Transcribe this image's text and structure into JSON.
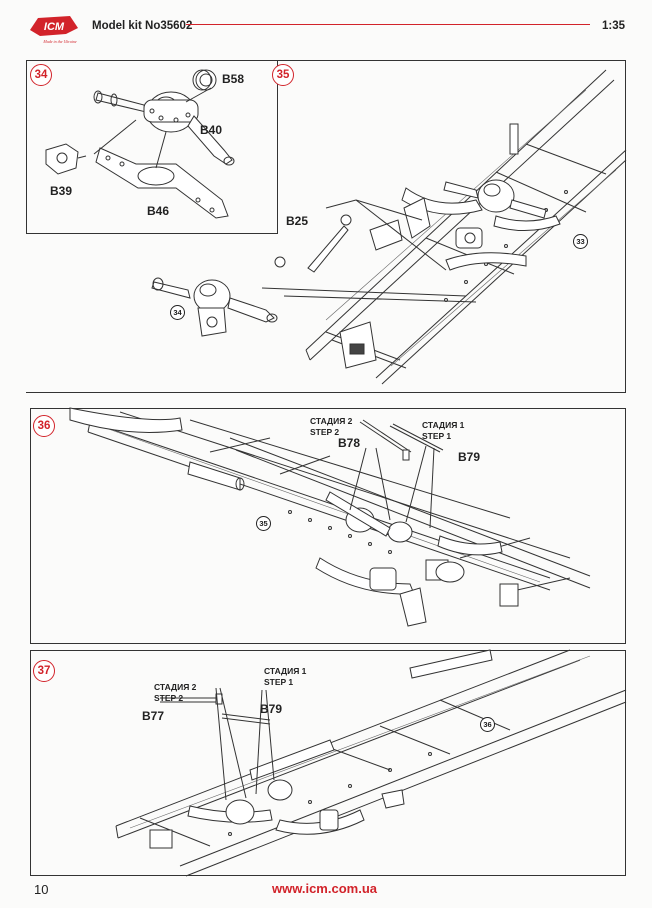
{
  "header": {
    "kit_title": "Model kit No35602",
    "scale": "1:35",
    "logo_text": "ICM",
    "logo_tagline": "Made in the Ukraine"
  },
  "steps": {
    "s34": {
      "number": "34",
      "parts": {
        "b58": "B58",
        "b40": "B40",
        "b39": "B39",
        "b46": "B46"
      }
    },
    "s35": {
      "number": "35",
      "parts": {
        "b25": "B25"
      },
      "refs": {
        "r34": "34",
        "r33": "33"
      }
    },
    "s36": {
      "number": "36",
      "stage2": {
        "ru": "СТАДИЯ 2",
        "en": "STEP 2"
      },
      "stage1": {
        "ru": "СТАДИЯ 1",
        "en": "STEP 1"
      },
      "parts": {
        "b78": "B78",
        "b79": "B79"
      },
      "refs": {
        "r35": "35"
      }
    },
    "s37": {
      "number": "37",
      "stage2": {
        "ru": "СТАДИЯ 2",
        "en": "STEP 2"
      },
      "stage1": {
        "ru": "СТАДИЯ 1",
        "en": "STEP 1"
      },
      "parts": {
        "b77": "B77",
        "b79": "B79"
      },
      "refs": {
        "r36": "36"
      }
    }
  },
  "footer": {
    "page_number": "10",
    "website": "www.icm.com.ua"
  },
  "colors": {
    "accent": "#d2232a",
    "line": "#333333"
  }
}
